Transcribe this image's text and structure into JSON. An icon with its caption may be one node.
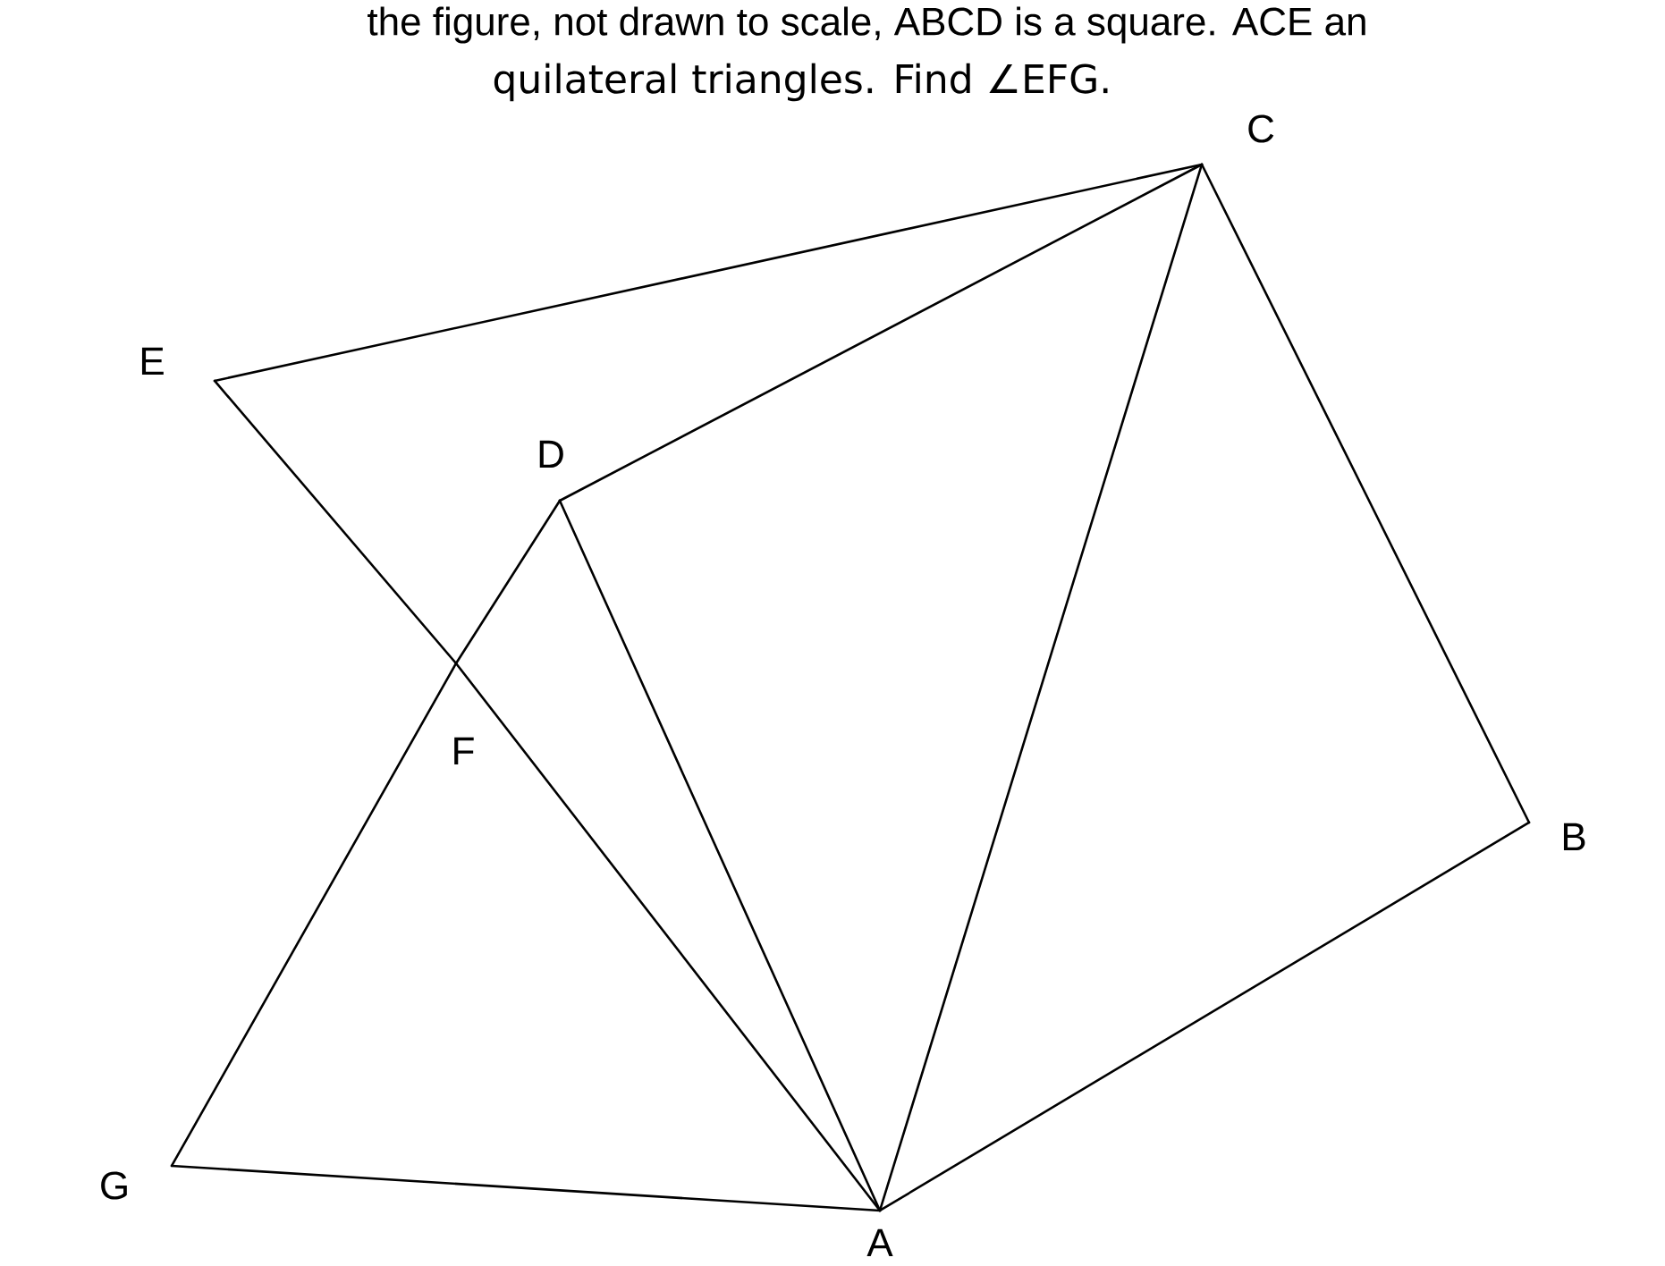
{
  "diagram": {
    "nodes": [
      {
        "text": [
          "A"
        ]
      },
      {
        "text": [
          "B"
        ]
      },
      {
        "text": [
          "C"
        ]
      },
      {
        "text": [
          "D"
        ]
      },
      {
        "text": [
          "E"
        ]
      },
      {
        "text": [
          "F"
        ]
      },
      {
        "text": [
          "G"
        ]
      }
    ],
    "edges": [
      {
        "from": 0,
        "to": 1,
        "arrow": "none"
      },
      {
        "from": 1,
        "to": 2,
        "arrow": "none"
      },
      {
        "from": 2,
        "to": 3,
        "arrow": "none"
      },
      {
        "from": 3,
        "to": 0,
        "arrow": "none"
      },
      {
        "from": 0,
        "to": 2,
        "arrow": "none"
      },
      {
        "from": 4,
        "to": 2,
        "arrow": "none"
      },
      {
        "from": 4,
        "to": 5,
        "arrow": "none"
      },
      {
        "from": 5,
        "to": 0,
        "arrow": "none"
      },
      {
        "from": 6,
        "to": 5,
        "arrow": "none"
      },
      {
        "from": 5,
        "to": 3,
        "arrow": "none"
      },
      {
        "from": 6,
        "to": 0,
        "arrow": "none"
      }
    ],
    "labels": [
      "the figure, not drawn to scale, ABCD is a square. ACE an",
      "quilateral triangles.  Find ∠EFG."
    ]
  }
}
